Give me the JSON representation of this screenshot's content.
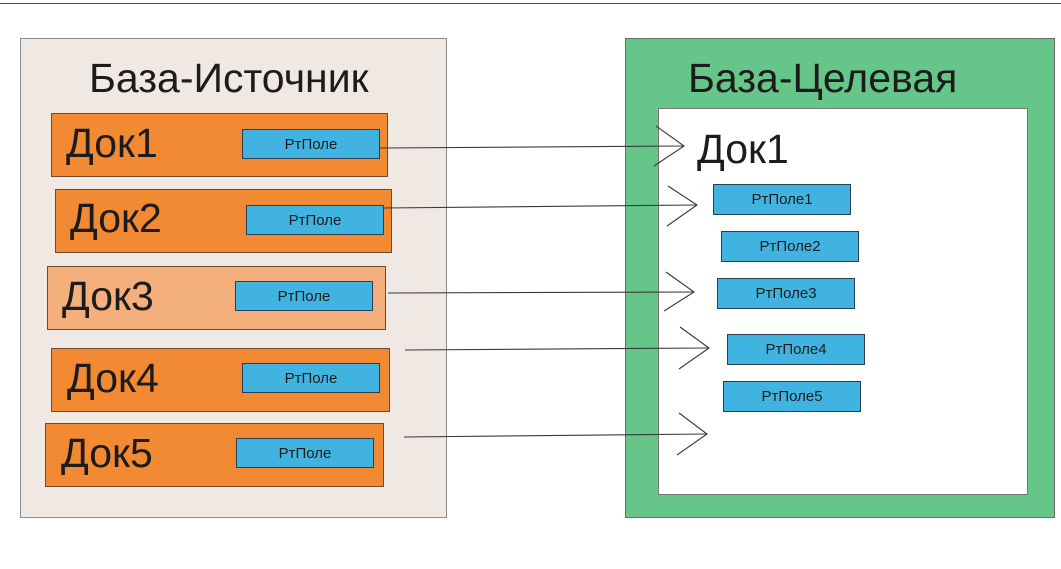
{
  "source": {
    "title": "База-Источник",
    "docs": [
      {
        "label": "Док1",
        "field": "РтПоле"
      },
      {
        "label": "Док2",
        "field": "РтПоле"
      },
      {
        "label": "Док3",
        "field": "РтПоле"
      },
      {
        "label": "Док4",
        "field": "РтПоле"
      },
      {
        "label": "Док5",
        "field": "РтПоле"
      }
    ]
  },
  "target": {
    "title": "База-Целевая",
    "doc_title": "Док1",
    "fields": [
      "РтПоле1",
      "РтПоле2",
      "РтПоле3",
      "РтПоле4",
      "РтПоле5"
    ]
  },
  "colors": {
    "source_bg": "#f0e8e3",
    "target_bg": "#66c68a",
    "doc_dark": "#f28a34",
    "doc_light": "#f4b07c",
    "field": "#41b3e0"
  }
}
